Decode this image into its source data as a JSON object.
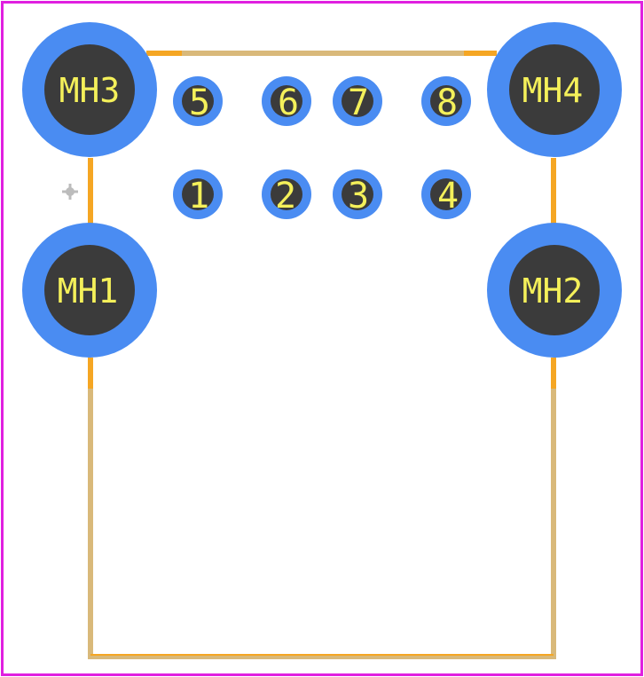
{
  "colors": {
    "background": "#ffffff",
    "board_outline": "#e020e0",
    "silkscreen": "#f5a623",
    "courtyard": "#d9b97a",
    "pad_ring": "#4a8cf2",
    "pad_hole": "#3b3b3b",
    "pad_text": "#f4f05a",
    "marker": "#bcbcbc"
  },
  "mounting_holes": [
    {
      "label": "MH3"
    },
    {
      "label": "MH4"
    },
    {
      "label": "MH1"
    },
    {
      "label": "MH2"
    }
  ],
  "pins": [
    {
      "label": "5"
    },
    {
      "label": "6"
    },
    {
      "label": "7"
    },
    {
      "label": "8"
    },
    {
      "label": "1"
    },
    {
      "label": "2"
    },
    {
      "label": "3"
    },
    {
      "label": "4"
    }
  ],
  "origin_marker": {
    "icon": "crosshair-origin-icon"
  }
}
